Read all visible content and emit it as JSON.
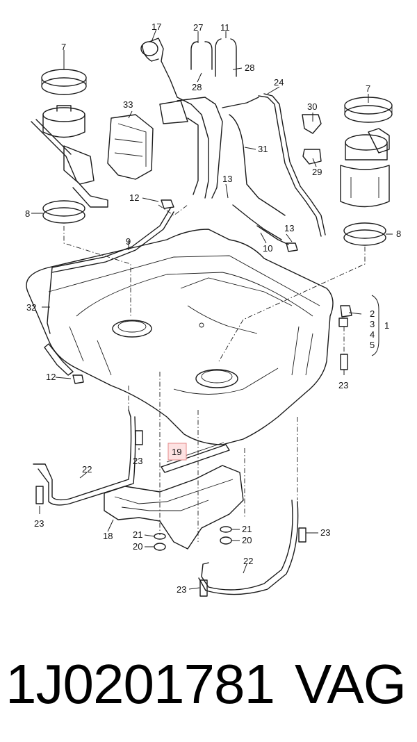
{
  "diagram": {
    "callouts": {
      "c1": "1",
      "c2": "2",
      "c3": "3",
      "c4": "4",
      "c5": "5",
      "c7a": "7",
      "c7b": "7",
      "c8a": "8",
      "c8b": "8",
      "c9": "9",
      "c10": "10",
      "c11": "11",
      "c12a": "12",
      "c12b": "12",
      "c13a": "13",
      "c13b": "13",
      "c17": "17",
      "c18": "18",
      "c19": "19",
      "c20a": "20",
      "c20b": "20",
      "c21a": "21",
      "c21b": "21",
      "c22a": "22",
      "c22b": "22",
      "c23a": "23",
      "c23b": "23",
      "c23c": "23",
      "c23d": "23",
      "c23e": "23",
      "c24": "24",
      "c27": "27",
      "c28a": "28",
      "c28b": "28",
      "c29": "29",
      "c30": "30",
      "c31": "31",
      "c32": "32",
      "c33": "33"
    },
    "highlight_color": "#fde2e2"
  },
  "footer": {
    "part_number": "1J0201781",
    "brand": "VAG"
  }
}
